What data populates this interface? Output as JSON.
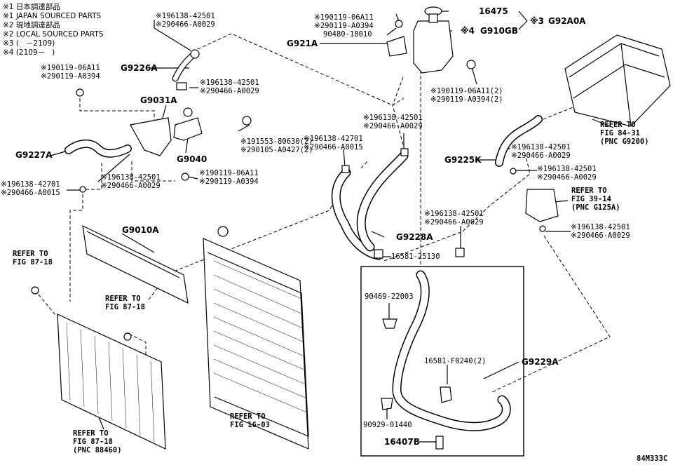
{
  "notes": [
    "※1 日本調達部品",
    "※1 JAPAN SOURCED PARTS",
    "※2 現地調達部品",
    "※2 LOCAL SOURCED PARTS",
    "※3 (   －2109)",
    "※4 (2109－   )"
  ],
  "parts": {
    "g9226a": "G9226A",
    "g9031a": "G9031A",
    "g9227a": "G9227A",
    "g9040": "G9040",
    "g9010a": "G9010A",
    "g921a": "G921A",
    "g910gb": "G910GB",
    "p16475": "16475",
    "g92a0a": "G92A0A",
    "star3": "※3",
    "star4": "※4",
    "g9225k": "G9225K",
    "g9228a": "G9228A",
    "g9229a": "G9229A",
    "p16407b": "16407B"
  },
  "callouts": {
    "c1": "※196138-42501\n※290466-A0029",
    "c2": "※190119-06A11\n※290119-A0394",
    "c3": "※196138-42501\n※290466-A0029",
    "c4": "※191553-80630(2)\n※290105-A0427(2)",
    "c5": "※196138-42501\n※290466-A0029",
    "c6": "※190119-06A11\n※290119-A0394",
    "c7": "※196138-42701\n※290466-A0015",
    "c8": "※190119-06A11\n※290119-A0394",
    "c9": "90480-18010",
    "c10": "※190119-06A11(2)\n※290119-A0394(2)",
    "c11": "※196138-42501\n※290466-A0029",
    "c12": "※196138-42701\n※290466-A0015",
    "c13": "※196138-42501\n※290466-A0029",
    "c14": "※196138-42501\n※290466-A0029",
    "c15": "※196138-42501\n※290466-A0029",
    "c16": "※196138-42501\n※290466-A0029",
    "p1": "16581-25130",
    "p2": "90469-22003",
    "p3": "16581-F0240(2)",
    "p4": "90929-01440"
  },
  "refs": {
    "r1": "REFER TO\nFIG 84-31\n(PNC G9200)",
    "r2": "REFER TO\nFIG 39-14\n(PNC G125A)",
    "r3": "REFER TO\nFIG 87-18",
    "r4": "REFER TO\nFIG 87-18",
    "r5": "REFER TO\nFIG 87-18\n(PNC 88460)",
    "r6": "REFER TO\nFIG 16-03"
  },
  "diagram_id": "84M333C"
}
